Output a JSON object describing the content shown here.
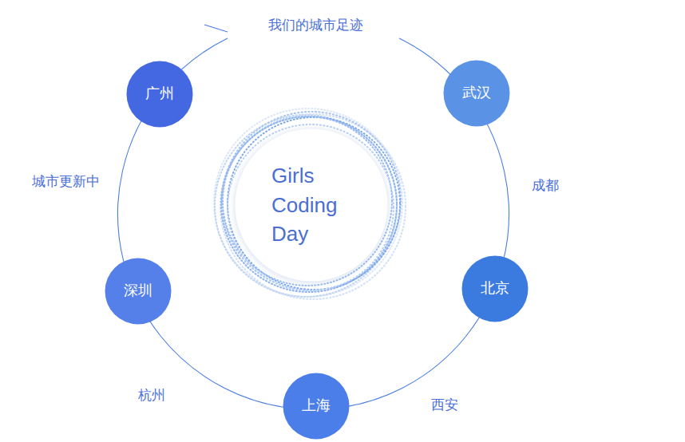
{
  "diagram": {
    "nodes": [
      {
        "text": [
          "Girls Coding Day"
        ]
      },
      {
        "text": [
          "广州"
        ]
      },
      {
        "text": [
          "武汉"
        ]
      },
      {
        "text": [
          "北京"
        ]
      },
      {
        "text": [
          "上海"
        ]
      },
      {
        "text": [
          "深圳"
        ]
      }
    ],
    "labels": [
      "我们的城市足迹",
      "成都",
      "西安",
      "杭州",
      "城市更新中"
    ]
  }
}
